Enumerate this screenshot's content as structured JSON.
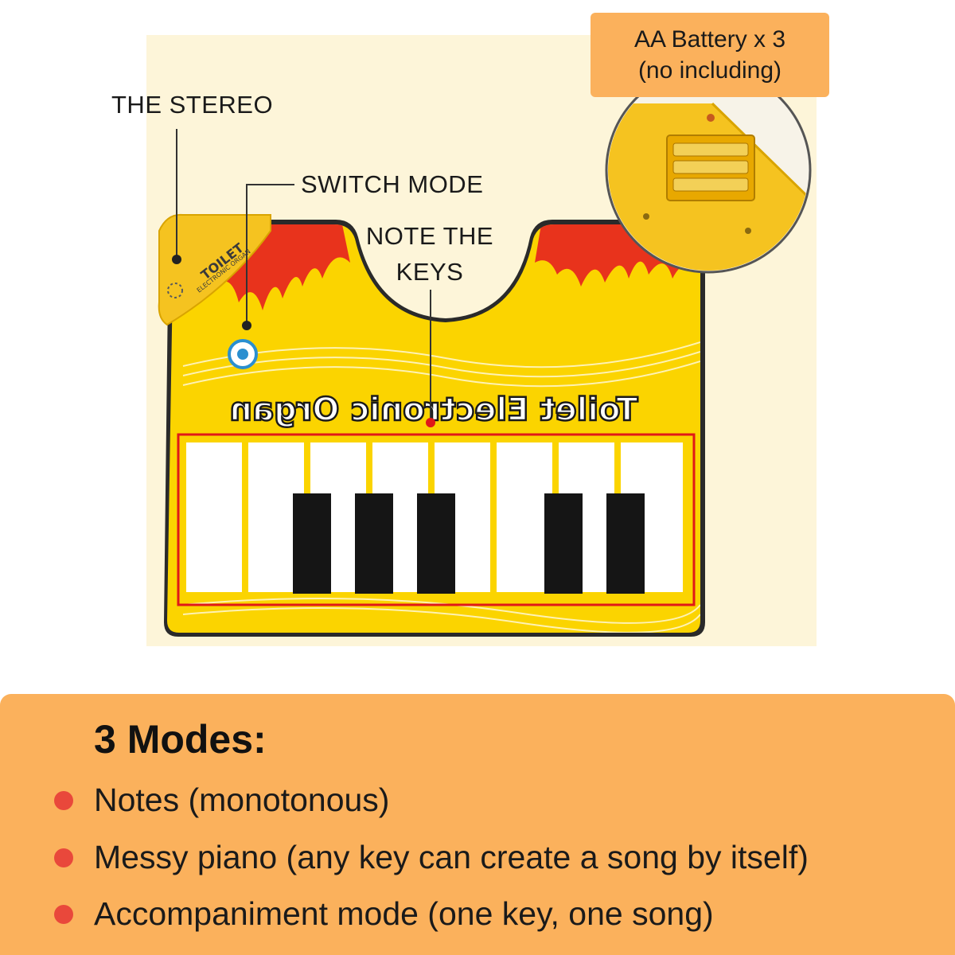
{
  "callouts": {
    "stereo": "THE STEREO",
    "switch_mode": "SWITCH MODE",
    "note_keys_line1": "NOTE THE",
    "note_keys_line2": "KEYS"
  },
  "battery": {
    "line1": "AA Battery x 3",
    "line2": "(no including)"
  },
  "mat": {
    "banner_text": "Toilet Electronic Organ",
    "speaker_text1": "TOILET",
    "speaker_text2": "ELECTRONIC ORGAN"
  },
  "modes": {
    "title": "3 Modes:",
    "items": [
      "Notes (monotonous)",
      "Messy piano (any key can create a song by itself)",
      "Accompaniment mode (one key, one song)"
    ]
  },
  "colors": {
    "panel": "#fbb15c",
    "bullet": "#e9483b",
    "mat_yellow": "#fbd400",
    "flame_red": "#e8331c"
  }
}
